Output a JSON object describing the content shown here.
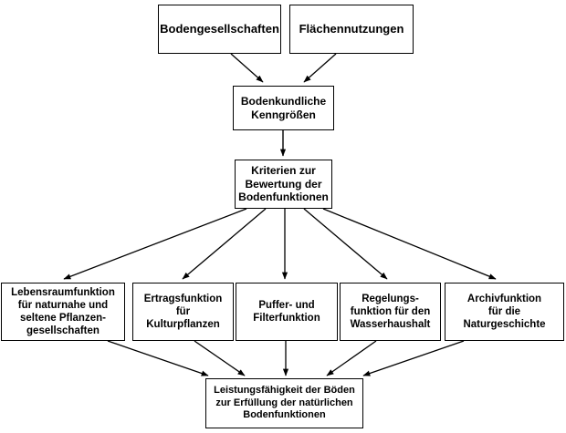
{
  "diagram": {
    "title": "Bodenfunktionen-Bewertungsschema",
    "background_color": "#ffffff",
    "line_color": "#000000",
    "text_color": "#000000",
    "nodes": {
      "bodengesellschaften": "Bodengesellschaften",
      "flaechennutzungen": "Flächennutzungen",
      "bodenkundliche_kenngroessen": "Bodenkundliche\nKenngrößen",
      "kriterien": "Kriterien zur\nBewertung der\nBodenfunktionen",
      "lebensraumfunktion": "Lebensraumfunktion\nfür naturnahe und\nseltene Pflanzen-\ngesellschaften",
      "ertragsfunktion": "Ertragsfunktion\nfür\nKulturpflanzen",
      "puffer_filterfunktion": "Puffer- und\nFilterfunktion",
      "regelungsfunktion": "Regelungs-\nfunktion für den\nWasserhaushalt",
      "archivfunktion": "Archivfunktion\nfür die\nNaturgeschichte",
      "leistungsfaehigkeit": "Leistungsfähigkeit der Böden\nzur Erfüllung der natürlichen\nBodenfunktionen"
    },
    "edges": [
      {
        "from": "bodengesellschaften",
        "to": "bodenkundliche_kenngroessen"
      },
      {
        "from": "flaechennutzungen",
        "to": "bodenkundliche_kenngroessen"
      },
      {
        "from": "bodenkundliche_kenngroessen",
        "to": "kriterien"
      },
      {
        "from": "kriterien",
        "to": "lebensraumfunktion"
      },
      {
        "from": "kriterien",
        "to": "ertragsfunktion"
      },
      {
        "from": "kriterien",
        "to": "puffer_filterfunktion"
      },
      {
        "from": "kriterien",
        "to": "regelungsfunktion"
      },
      {
        "from": "kriterien",
        "to": "archivfunktion"
      },
      {
        "from": "lebensraumfunktion",
        "to": "leistungsfaehigkeit"
      },
      {
        "from": "ertragsfunktion",
        "to": "leistungsfaehigkeit"
      },
      {
        "from": "puffer_filterfunktion",
        "to": "leistungsfaehigkeit"
      },
      {
        "from": "regelungsfunktion",
        "to": "leistungsfaehigkeit"
      },
      {
        "from": "archivfunktion",
        "to": "leistungsfaehigkeit"
      }
    ]
  }
}
